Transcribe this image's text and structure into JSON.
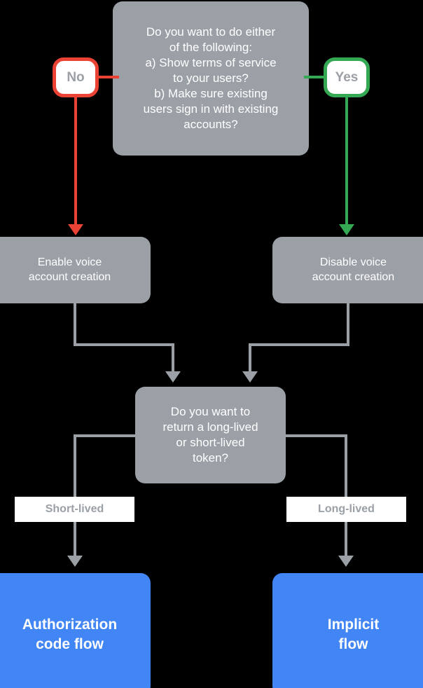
{
  "diagram": {
    "title": "Voice account creation and token flow decision chart",
    "colors": {
      "background": "#000000",
      "node_gray": "#9AA0A6",
      "node_blue": "#4285F4",
      "yes_green": "#34A853",
      "no_red": "#EA4335",
      "label_text": "#9AA0A6",
      "node_text": "#FFFFFF"
    },
    "nodes": {
      "question_top": {
        "text": "Do you want to do either\nof the following:\na) Show terms of service\nto your users?\nb) Make sure existing\nusers sign in with existing\naccounts?",
        "type": "decision",
        "fill": "#9AA0A6"
      },
      "badge_no": {
        "text": "No",
        "border": "#EA4335"
      },
      "badge_yes": {
        "text": "Yes",
        "border": "#34A853"
      },
      "enable_voice": {
        "text": "Enable voice\naccount creation",
        "type": "process",
        "fill": "#9AA0A6"
      },
      "disable_voice": {
        "text": "Disable voice\naccount creation",
        "type": "process",
        "fill": "#9AA0A6"
      },
      "question_token": {
        "text": "Do you want to\nreturn a long-lived\nor short-lived\ntoken?",
        "type": "decision",
        "fill": "#9AA0A6"
      },
      "label_short": {
        "text": "Short-lived"
      },
      "label_long": {
        "text": "Long-lived"
      },
      "auth_code_flow": {
        "text": "Authorization\ncode flow",
        "type": "terminal",
        "fill": "#4285F4"
      },
      "implicit_flow": {
        "text": "Implicit\nflow",
        "type": "terminal",
        "fill": "#4285F4"
      }
    },
    "edges": [
      {
        "from": "question_top",
        "to": "badge_no",
        "label": "No",
        "color": "#EA4335"
      },
      {
        "from": "badge_no",
        "to": "enable_voice",
        "label": "",
        "color": "#EA4335"
      },
      {
        "from": "question_top",
        "to": "badge_yes",
        "label": "Yes",
        "color": "#34A853"
      },
      {
        "from": "badge_yes",
        "to": "disable_voice",
        "label": "",
        "color": "#34A853"
      },
      {
        "from": "enable_voice",
        "to": "question_token",
        "label": "",
        "color": "#9AA0A6"
      },
      {
        "from": "disable_voice",
        "to": "question_token",
        "label": "",
        "color": "#9AA0A6"
      },
      {
        "from": "question_token",
        "to": "auth_code_flow",
        "label": "Short-lived",
        "color": "#9AA0A6"
      },
      {
        "from": "question_token",
        "to": "implicit_flow",
        "label": "Long-lived",
        "color": "#9AA0A6"
      }
    ]
  }
}
